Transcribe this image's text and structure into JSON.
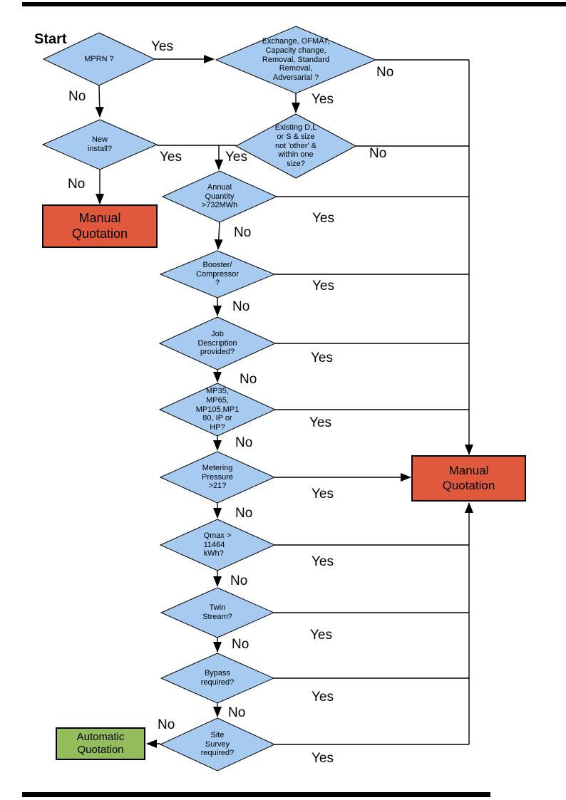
{
  "start_label": "Start",
  "colors": {
    "diamond_fill": "#A6CAF0",
    "manual_quotation_fill": "#E0593C",
    "automatic_quotation_fill": "#93BC5B",
    "connector": "#000000"
  },
  "nodes": {
    "mprn": "MPRN ?",
    "exchange": "Exchange, OFMAT,\nCapacity change,\nRemoval, Standard\nRemoval,\nAdversarial ?",
    "existing": "Existing D,L\nor S & size\nnot 'other' &\nwithin one\nsize?",
    "new_install": "New\ninstall?",
    "annual_quantity": "Annual\nQuantity\n>732MWh",
    "booster": "Booster/\nCompressor\n?",
    "job_description": "Job\nDescription\nprovided?",
    "meter_type": "MP35,\nMP65,\nMP105,MP1\n80, IP or\nHP?",
    "metering_pressure": "Metering\nPressure\n>21?",
    "qmax": "Qmax >\n11464\nkWh?",
    "twin_stream": "Twin\nStream?",
    "bypass": "Bypass\nrequired?",
    "site_survey": "Site\nSurvey\nrequired?"
  },
  "terminals": {
    "manual_left": "Manual\nQuotation",
    "manual_right": "Manual\nQuotation",
    "automatic": "Automatic\nQuotation"
  },
  "edges": {
    "mprn_yes": "Yes",
    "mprn_no": "No",
    "exchange_no": "No",
    "exchange_yes": "Yes",
    "existing_no": "No",
    "existing_yes": "Yes",
    "new_install_yes": "Yes",
    "new_install_no": "No",
    "annual_yes": "Yes",
    "annual_no": "No",
    "booster_yes": "Yes",
    "booster_no": "No",
    "job_yes": "Yes",
    "job_no": "No",
    "meter_type_yes": "Yes",
    "meter_type_no": "No",
    "metering_yes": "Yes",
    "metering_no": "No",
    "qmax_yes": "Yes",
    "qmax_no": "No",
    "twin_yes": "Yes",
    "twin_no": "No",
    "bypass_yes": "Yes",
    "bypass_no": "No",
    "survey_no": "No",
    "survey_yes": "Yes"
  }
}
